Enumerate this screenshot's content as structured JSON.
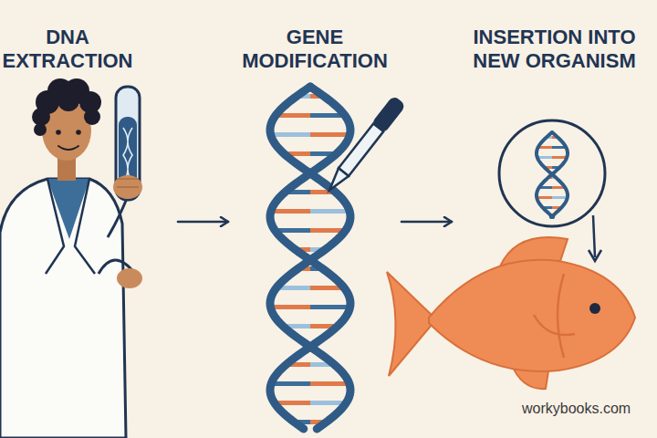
{
  "diagram": {
    "nodes": [
      {
        "text": [
          "DNA EXTRACTION"
        ]
      },
      {
        "text": [
          "GENE MODIFICATION"
        ]
      },
      {
        "text": [
          "INSERTION INTO NEW ORGANISM"
        ]
      }
    ],
    "edges": [
      {
        "from": 0,
        "to": 1,
        "arrow": "to"
      },
      {
        "from": 1,
        "to": 2,
        "arrow": "to"
      }
    ],
    "labels": [
      "workybooks.com"
    ]
  }
}
